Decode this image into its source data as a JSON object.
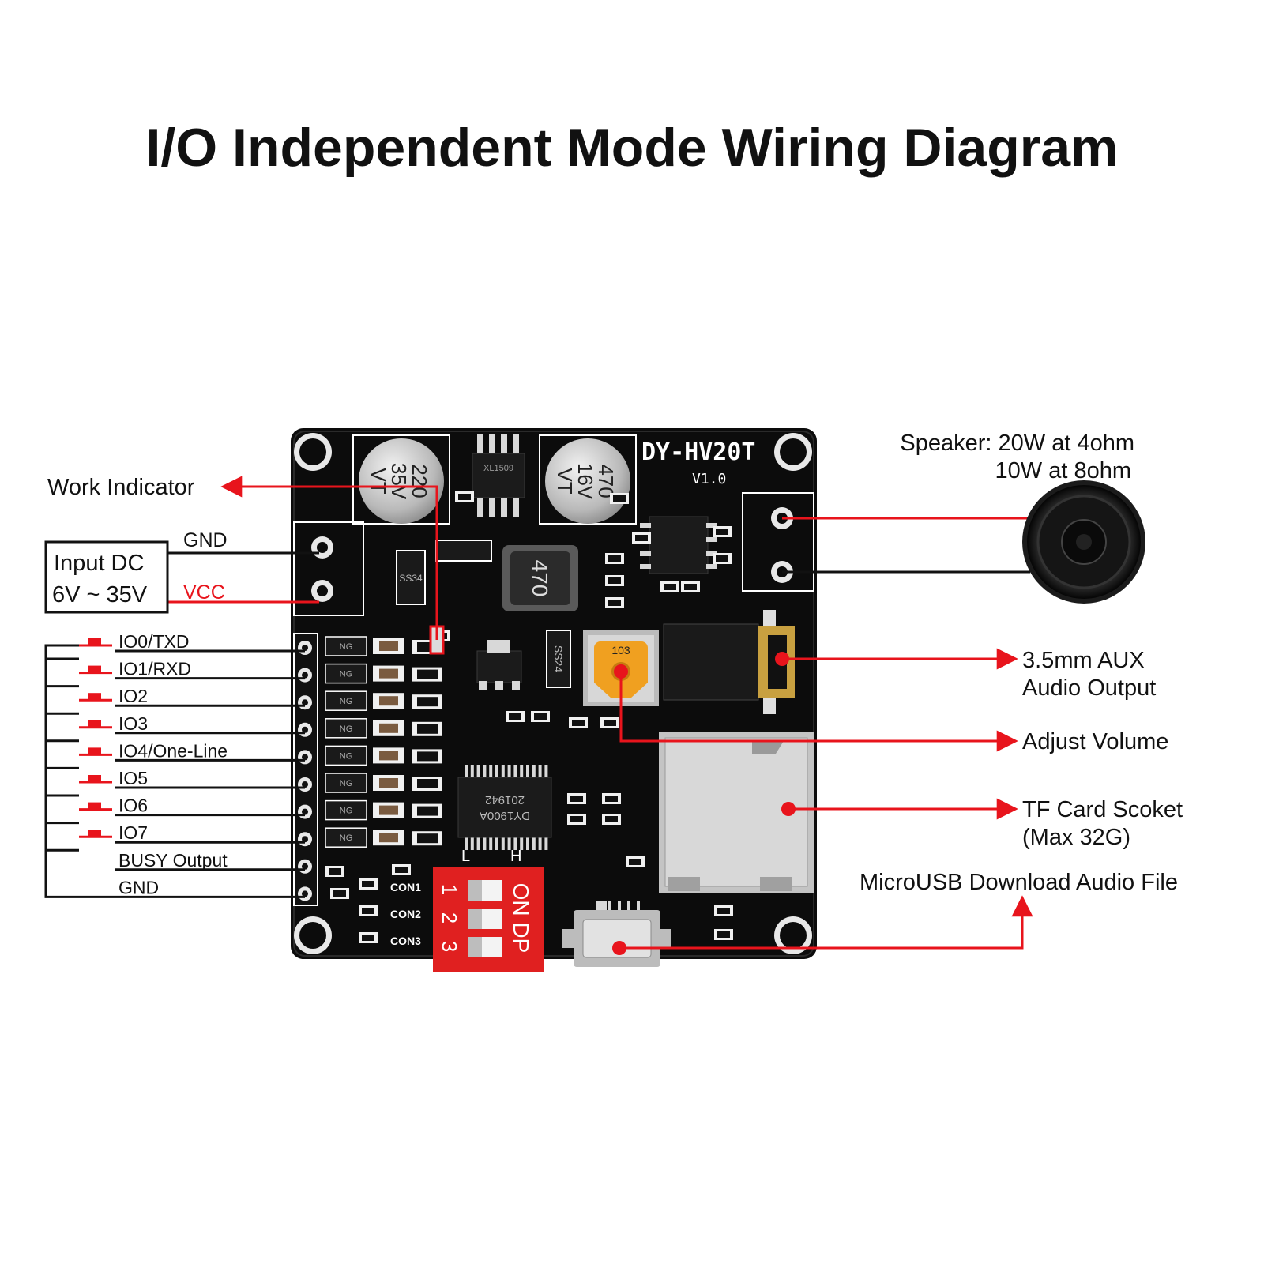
{
  "title": "I/O Independent Mode Wiring Diagram",
  "board": {
    "model": "DY-HV20T",
    "version": "V1.0",
    "cap1_value": "220",
    "cap1_voltage": "35V",
    "cap1_mark": "VT",
    "cap2_value": "470",
    "cap2_voltage": "16V",
    "cap2_mark": "VT",
    "inductor": "470",
    "ic_main": "DY1900A",
    "ic_main_code": "201942",
    "ic_reg": "XL1509",
    "diode1": "SS34",
    "diode2": "SS24",
    "pot": "103",
    "con1": "CON1",
    "con2": "CON2",
    "con3": "CON3",
    "dip_on": "ON DP",
    "dip_l": "L",
    "dip_h": "H",
    "ng": "NG"
  },
  "labels": {
    "work_indicator": "Work Indicator",
    "input_dc_line1": "Input DC",
    "input_dc_line2": "6V ~ 35V",
    "gnd_power": "GND",
    "vcc": "VCC",
    "speaker_line1": "Speaker: 20W at 4ohm",
    "speaker_line2": "10W at 8ohm",
    "aux_line1": "3.5mm AUX",
    "aux_line2": "Audio Output",
    "adjust_volume": "Adjust Volume",
    "tf_line1": "TF Card Scoket",
    "tf_line2": "(Max 32G)",
    "usb": "MicroUSB Download Audio File"
  },
  "io_pins": [
    "IO0/TXD",
    "IO1/RXD",
    "IO2",
    "IO3",
    "IO4/One-Line",
    "IO5",
    "IO6",
    "IO7",
    "BUSY Output",
    "GND"
  ],
  "colors": {
    "pcb": "#0c0c0c",
    "wire_red": "#e8141c",
    "wire_black": "#111111",
    "dip_red": "#e02020",
    "pot_orange": "#f0a020",
    "metal": "#b8b8b8"
  }
}
